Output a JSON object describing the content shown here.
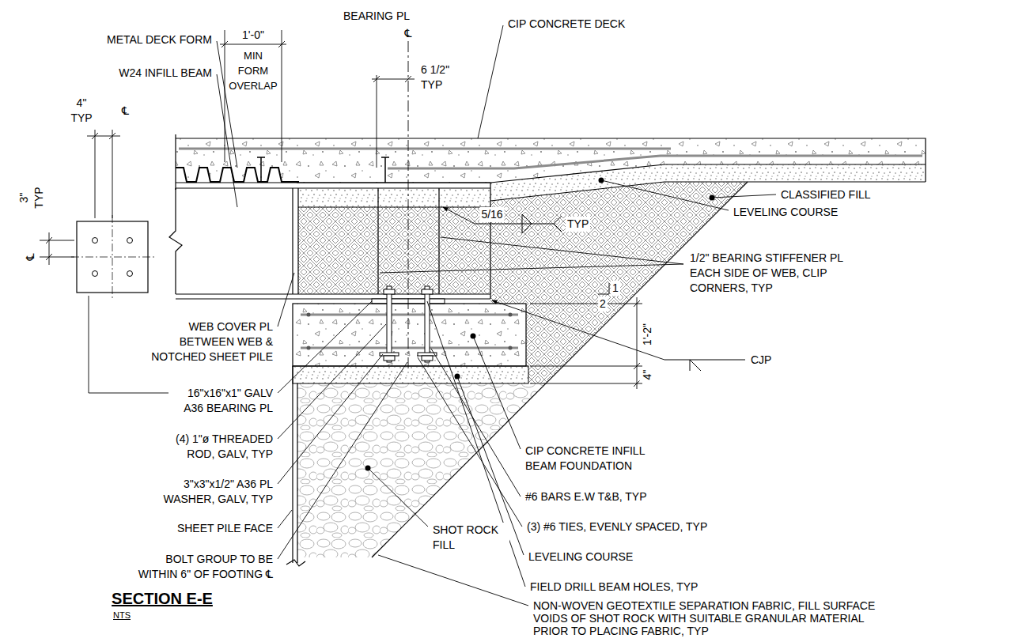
{
  "diagram": {
    "title": "SECTION E-E",
    "caption": "NTS",
    "labels": [
      "BEARING PL",
      "℄",
      "METAL DECK FORM",
      "1'-0\"",
      "MIN FORM OVERLAP",
      "6 1/2\" TYP",
      "CIP CONCRETE DECK",
      "W24 INFILL BEAM",
      "4\" TYP",
      "℄",
      "3\" TYP",
      "℄",
      "CLASSIFIED FILL",
      "LEVELING COURSE",
      "5/16",
      "TYP",
      "1",
      "2",
      "1/2\" BEARING STIFFENER PL EACH SIDE OF WEB, CLIP CORNERS, TYP",
      "CJP",
      "1'-2\"",
      "4\"",
      "WEB COVER PL BETWEEN WEB & NOTCHED SHEET PILE",
      "16\"x16\"x1\" GALV A36 BEARING PL",
      "(4) 1\"ø THREADED ROD, GALV, TYP",
      "3\"x3\"x1/2\" A36 PL WASHER, GALV, TYP",
      "SHEET PILE FACE",
      "BOLT GROUP TO BE WITHIN 6\" OF FOOTING ℄",
      "SHOT ROCK FILL",
      "CIP CONCRETE INFILL BEAM FOUNDATION",
      "#6 BARS E.W T&B, TYP",
      "(3) #6 TIES, EVENLY SPACED, TYP",
      "LEVELING COURSE",
      "FIELD DRILL BEAM HOLES, TYP",
      "NON-WOVEN GEOTEXTILE SEPARATION FABRIC, FILL SURFACE VOIDS OF SHOT ROCK WITH SUITABLE GRANULAR MATERIAL PRIOR TO PLACING FABRIC, TYP"
    ]
  }
}
